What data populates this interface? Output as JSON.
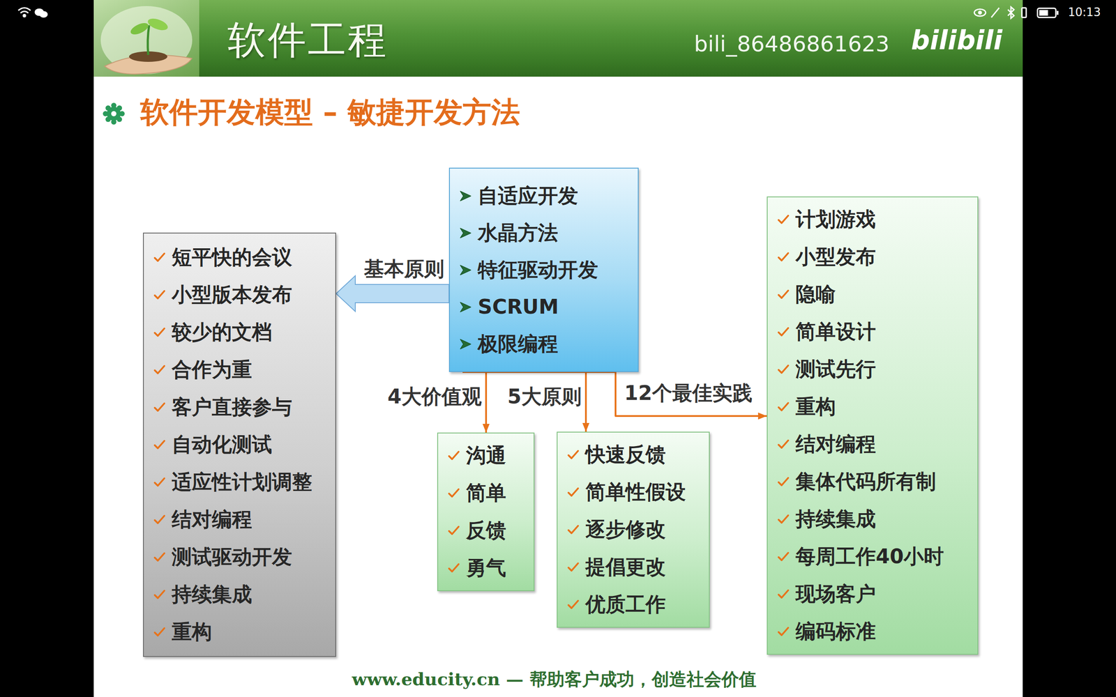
{
  "diagram": {
    "title": "软件工程",
    "nodes": [
      {
        "text": [
          "自适应开发",
          "水晶方法",
          "特征驱动开发",
          "SCRUM",
          "极限编程"
        ]
      },
      {
        "text": [
          "短平快的会议",
          "小型版本发布",
          "较少的文档",
          "合作为重",
          "客户直接参与",
          "自动化测试",
          "适应性计划调整",
          "结对编程",
          "测试驱动开发",
          "持续集成",
          "重构"
        ]
      },
      {
        "text": [
          "沟通",
          "简单",
          "反馈",
          "勇气"
        ]
      },
      {
        "text": [
          "快速反馈",
          "简单性假设",
          "逐步修改",
          "提倡更改",
          "优质工作"
        ]
      },
      {
        "text": [
          "计划游戏",
          "小型发布",
          "隐喻",
          "简单设计",
          "测试先行",
          "重构",
          "结对编程",
          "集体代码所有制",
          "持续集成",
          "每周工作40小时",
          "现场客户",
          "编码标准"
        ]
      }
    ],
    "edges": [
      {
        "from": 0,
        "to": 1,
        "label": "基本原则",
        "arrow": "to"
      },
      {
        "from": 0,
        "to": 2,
        "label": "4大价值观",
        "arrow": "to"
      },
      {
        "from": 0,
        "to": 3,
        "label": "5大原则",
        "arrow": "to"
      },
      {
        "from": 0,
        "to": 4,
        "label": "12个最佳实践",
        "arrow": "to"
      }
    ],
    "labels": [
      "10:13",
      "bili_86486861623",
      "bilibili",
      "软件开发模型 – 敏捷开发方法",
      "www.educity.cn — 帮助客户成功，创造社会价值"
    ]
  }
}
